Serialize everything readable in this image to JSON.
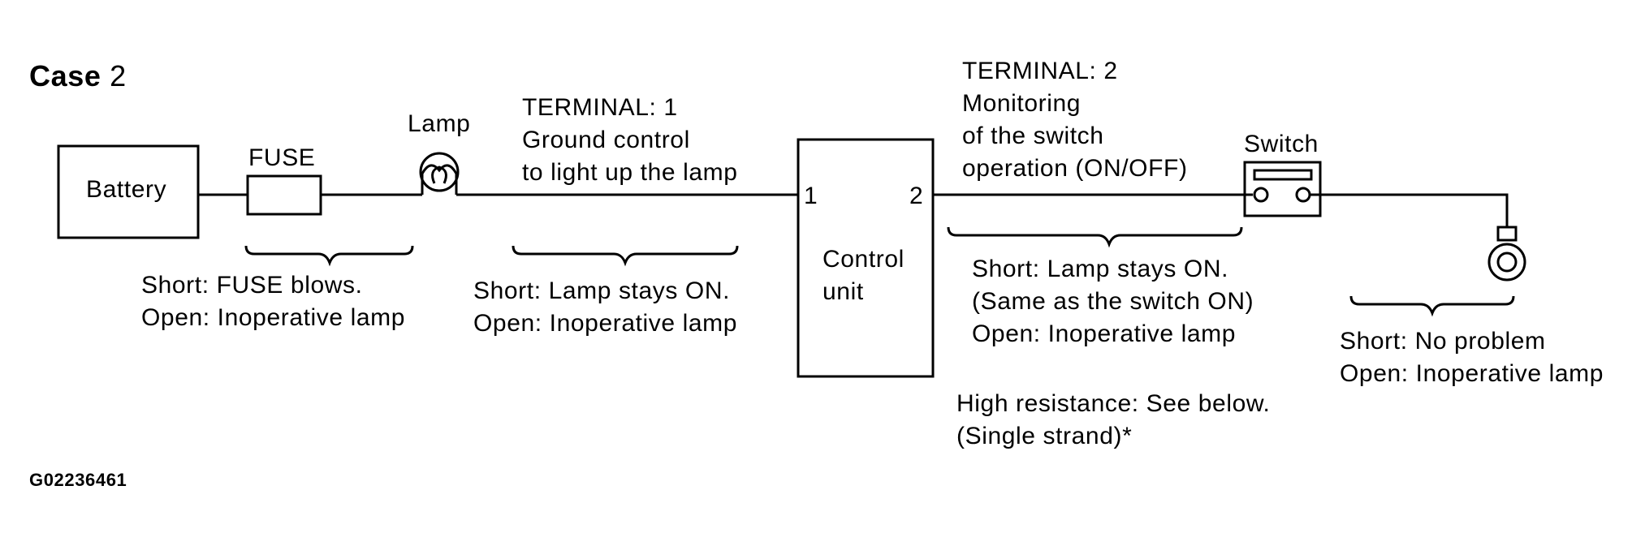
{
  "title": {
    "bold": "Case",
    "number": "2"
  },
  "figure_code": "G02236461",
  "components": {
    "battery": "Battery",
    "fuse": "FUSE",
    "lamp": "Lamp",
    "control_unit": [
      "Control",
      "unit"
    ],
    "terminal_1_pin": "1",
    "terminal_2_pin": "2",
    "switch": "Switch"
  },
  "terminal_1": {
    "lines": [
      "TERMINAL: 1",
      "Ground control",
      "to light up the lamp"
    ]
  },
  "terminal_2": {
    "lines": [
      "TERMINAL: 2",
      "Monitoring",
      "of the switch",
      "operation (ON/OFF)"
    ]
  },
  "notes": {
    "fuse_segment": [
      "Short: FUSE blows.",
      "Open: Inoperative lamp"
    ],
    "lamp_segment": [
      "Short: Lamp stays ON.",
      "Open: Inoperative lamp"
    ],
    "switch_segment": [
      "Short: Lamp stays ON.",
      "(Same as the switch ON)",
      "Open: Inoperative lamp"
    ],
    "ground_segment": [
      "Short: No problem",
      "Open: Inoperative lamp"
    ],
    "high_resistance": [
      "High resistance: See below.",
      "(Single strand)*"
    ]
  }
}
